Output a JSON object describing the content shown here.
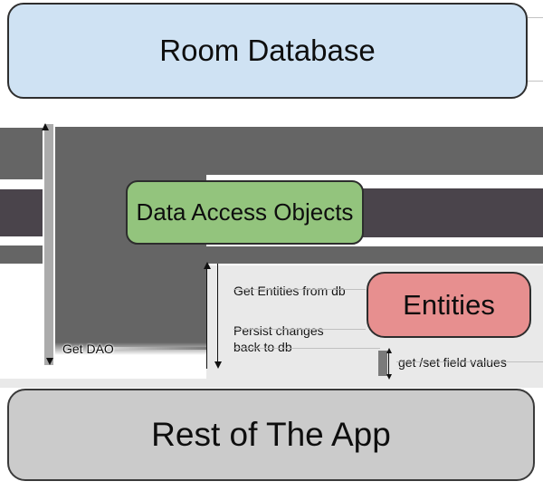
{
  "diagram": {
    "nodes": [
      {
        "id": "room-database",
        "label": "Room Database",
        "fill": "#cfe2f3"
      },
      {
        "id": "data-access-objects",
        "label": "Data Access Objects",
        "fill": "#93c47d"
      },
      {
        "id": "entities",
        "label": "Entities",
        "fill": "#e78f8f"
      },
      {
        "id": "rest-of-the-app",
        "label": "Rest of The App",
        "fill": "#cbcbcb"
      }
    ],
    "edge_labels": {
      "get_dao": "Get DAO",
      "get_entities_from_db": "Get Entities from db",
      "persist_changes_line1": "Persist changes",
      "persist_changes_line2": "back to db",
      "get_set_field_values": "get /set field values"
    },
    "colors": {
      "connector_gray": "#656565",
      "connector_dark": "#4a444b",
      "arrow_bar_light": "#ababab",
      "panel_light": "#e9e9e9"
    }
  }
}
